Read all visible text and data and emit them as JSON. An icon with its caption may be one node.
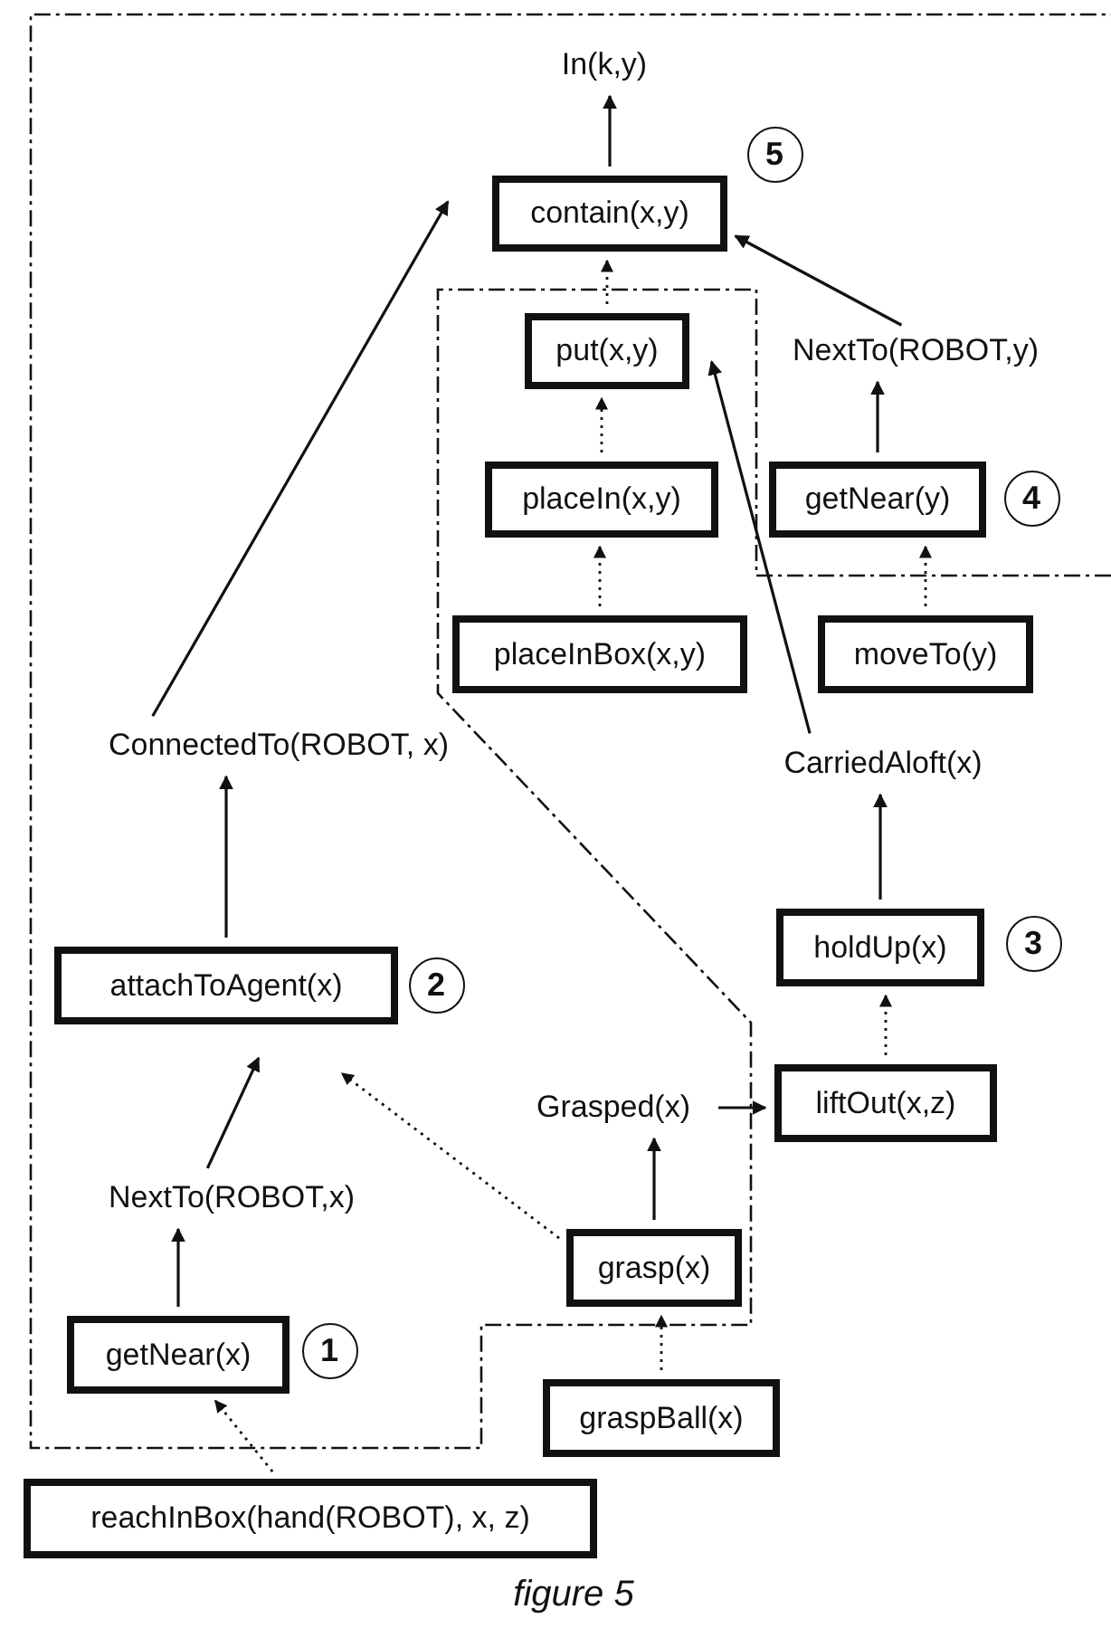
{
  "diagram": {
    "caption": "figure 5",
    "nodes": [
      {
        "text": [
          "In(k,y)"
        ]
      },
      {
        "text": [
          "contain(x,y)"
        ],
        "beside": [
          "5"
        ]
      },
      {
        "text": [
          "put(x,y)"
        ]
      },
      {
        "text": [
          "NextTo(ROBOT,y)"
        ]
      },
      {
        "text": [
          "placeIn(x,y)"
        ]
      },
      {
        "text": [
          "getNear(y)"
        ],
        "beside": [
          "4"
        ]
      },
      {
        "text": [
          "placeInBox(x,y)"
        ]
      },
      {
        "text": [
          "moveTo(y)"
        ]
      },
      {
        "text": [
          "ConnectedTo(ROBOT, x)"
        ]
      },
      {
        "text": [
          "CarriedAloft(x)"
        ]
      },
      {
        "text": [
          "attachToAgent(x)"
        ],
        "beside": [
          "2"
        ]
      },
      {
        "text": [
          "holdUp(x)"
        ],
        "beside": [
          "3"
        ]
      },
      {
        "text": [
          "Grasped(x)"
        ]
      },
      {
        "text": [
          "liftOut(x,z)"
        ]
      },
      {
        "text": [
          "NextTo(ROBOT,x)"
        ]
      },
      {
        "text": [
          "grasp(x)"
        ]
      },
      {
        "text": [
          "getNear(x)"
        ],
        "beside": [
          "1"
        ]
      },
      {
        "text": [
          "graspBall(x)"
        ]
      },
      {
        "text": [
          "reachInBox(hand(ROBOT), x, z)"
        ]
      }
    ],
    "edges": [
      {
        "from": 1,
        "to": 0,
        "arrow": "to"
      },
      {
        "from": 8,
        "to": 1,
        "arrow": "to"
      },
      {
        "from": 3,
        "to": 1,
        "arrow": "to"
      },
      {
        "from": 2,
        "to": 1,
        "arrow": "to",
        "style": "dashed"
      },
      {
        "from": 4,
        "to": 2,
        "arrow": "to",
        "style": "dashed"
      },
      {
        "from": 6,
        "to": 4,
        "arrow": "to",
        "style": "dashed"
      },
      {
        "from": 5,
        "to": 3,
        "arrow": "to"
      },
      {
        "from": 7,
        "to": 5,
        "arrow": "to",
        "style": "dashed"
      },
      {
        "from": 9,
        "to": 2,
        "arrow": "to"
      },
      {
        "from": 11,
        "to": 9,
        "arrow": "to"
      },
      {
        "from": 13,
        "to": 11,
        "arrow": "to",
        "style": "dashed"
      },
      {
        "from": 10,
        "to": 8,
        "arrow": "to"
      },
      {
        "from": 14,
        "to": 10,
        "arrow": "to"
      },
      {
        "from": 15,
        "to": 10,
        "arrow": "to",
        "style": "dashed"
      },
      {
        "from": 15,
        "to": 12,
        "arrow": "to"
      },
      {
        "from": 12,
        "to": 13,
        "arrow": "to"
      },
      {
        "from": 16,
        "to": 14,
        "arrow": "to"
      },
      {
        "from": 17,
        "to": 15,
        "arrow": "to",
        "style": "dashed"
      },
      {
        "from": 18,
        "to": 16,
        "arrow": "to",
        "style": "dashed"
      }
    ]
  }
}
